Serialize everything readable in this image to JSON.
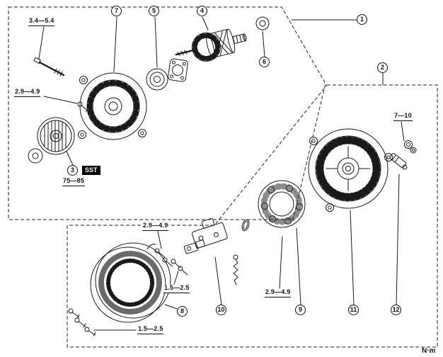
{
  "callouts": [
    {
      "num": "1"
    },
    {
      "num": "2"
    },
    {
      "num": "3"
    },
    {
      "num": "4"
    },
    {
      "num": "5"
    },
    {
      "num": "6"
    },
    {
      "num": "7"
    },
    {
      "num": "8"
    },
    {
      "num": "9"
    },
    {
      "num": "10"
    },
    {
      "num": "11"
    },
    {
      "num": "12"
    }
  ],
  "torques": {
    "bolt": "3.4—5.4",
    "front_screw": "2.9—4.9",
    "pulley": "75—85",
    "terminal": "7—10",
    "bracket_screws": "1.5—2.5",
    "through_screws": "1.5—2.5",
    "regulator_screws": "2.9—4.9",
    "rectifier_screws": "2.9—4.9"
  },
  "sst": "SST",
  "unit": "N·m"
}
